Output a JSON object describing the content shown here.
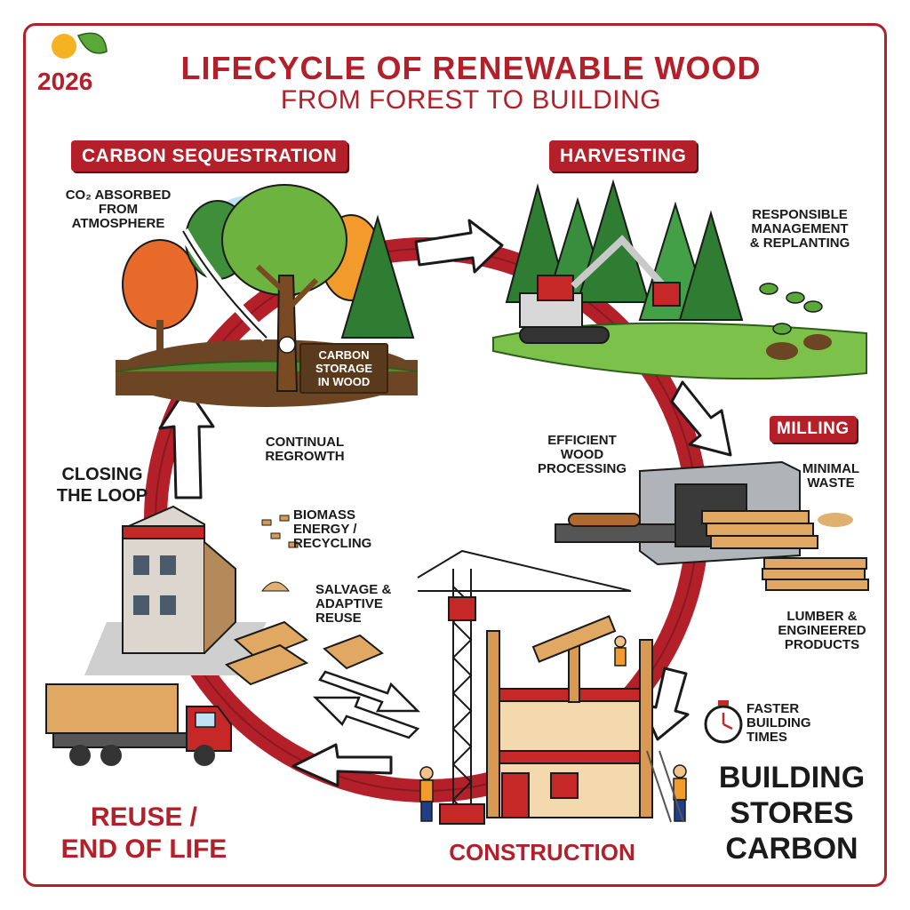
{
  "header": {
    "year_badge": "2026",
    "title": "LIFECYCLE OF RENEWABLE WOOD",
    "subtitle": "FROM FOREST TO BUILDING"
  },
  "stages": {
    "carbon_sequestration": "CARBON SEQUESTRATION",
    "harvesting": "HARVESTING",
    "milling": "MILLING",
    "construction": "CONSTRUCTION",
    "reuse": [
      "REUSE /",
      "END OF LIFE"
    ],
    "closing": [
      "CLOSING",
      "THE LOOP"
    ]
  },
  "annotations": {
    "co2": [
      "CO₂ ABSORBED",
      "FROM",
      "ATMOSPHERE"
    ],
    "carbon_storage": [
      "CARBON",
      "STORAGE",
      "IN WOOD"
    ],
    "regrowth": [
      "CONTINUAL",
      "REGROWTH"
    ],
    "responsible": [
      "RESPONSIBLE",
      "MANAGEMENT",
      "& REPLANTING"
    ],
    "efficient": [
      "EFFICIENT",
      "WOOD",
      "PROCESSING"
    ],
    "minimal": [
      "MINIMAL",
      "WASTE"
    ],
    "lumber": [
      "LUMBER &",
      "ENGINEERED",
      "PRODUCTS"
    ],
    "faster": [
      "FASTER",
      "BUILDING",
      "TIMES"
    ],
    "biomass": [
      "BIOMASS",
      "ENERGY /",
      "RECYCLING"
    ],
    "salvage": [
      "SALVAGE &",
      "ADAPTIVE",
      "REUSE"
    ]
  },
  "callout": [
    "BUILDING",
    "STORES",
    "CARBON"
  ],
  "colors": {
    "accent": "#b3202a",
    "forest": "#3f8f3a",
    "wood": "#d89a52",
    "ground": "#6b4524"
  },
  "icons": [
    "sun-leaf-icon",
    "tree-icon",
    "excavator-icon",
    "sawmill-icon",
    "crane-icon",
    "stopwatch-icon",
    "truck-icon",
    "worker-icon"
  ]
}
